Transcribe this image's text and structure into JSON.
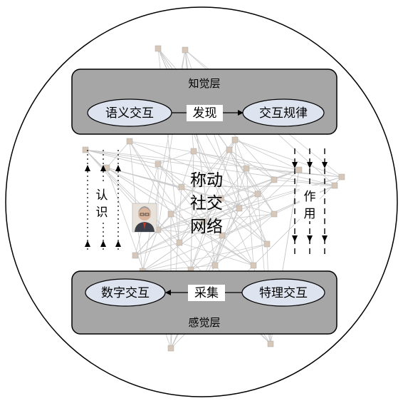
{
  "top_layer": {
    "title": "知觉层",
    "left_node": "语义交互",
    "right_node": "交互规律",
    "connector": "发现"
  },
  "bottom_layer": {
    "title": "感觉层",
    "left_node": "数字交互",
    "right_node": "特理交互",
    "connector": "采集"
  },
  "center_label": [
    "称动",
    "社交",
    "网络"
  ],
  "left_label": [
    "认",
    "识"
  ],
  "right_label": [
    "作",
    "用"
  ],
  "colors": {
    "layer_fill": "#a6a6a6",
    "node_fill": "#dde4f0",
    "network_line": "#c8c8c8"
  }
}
